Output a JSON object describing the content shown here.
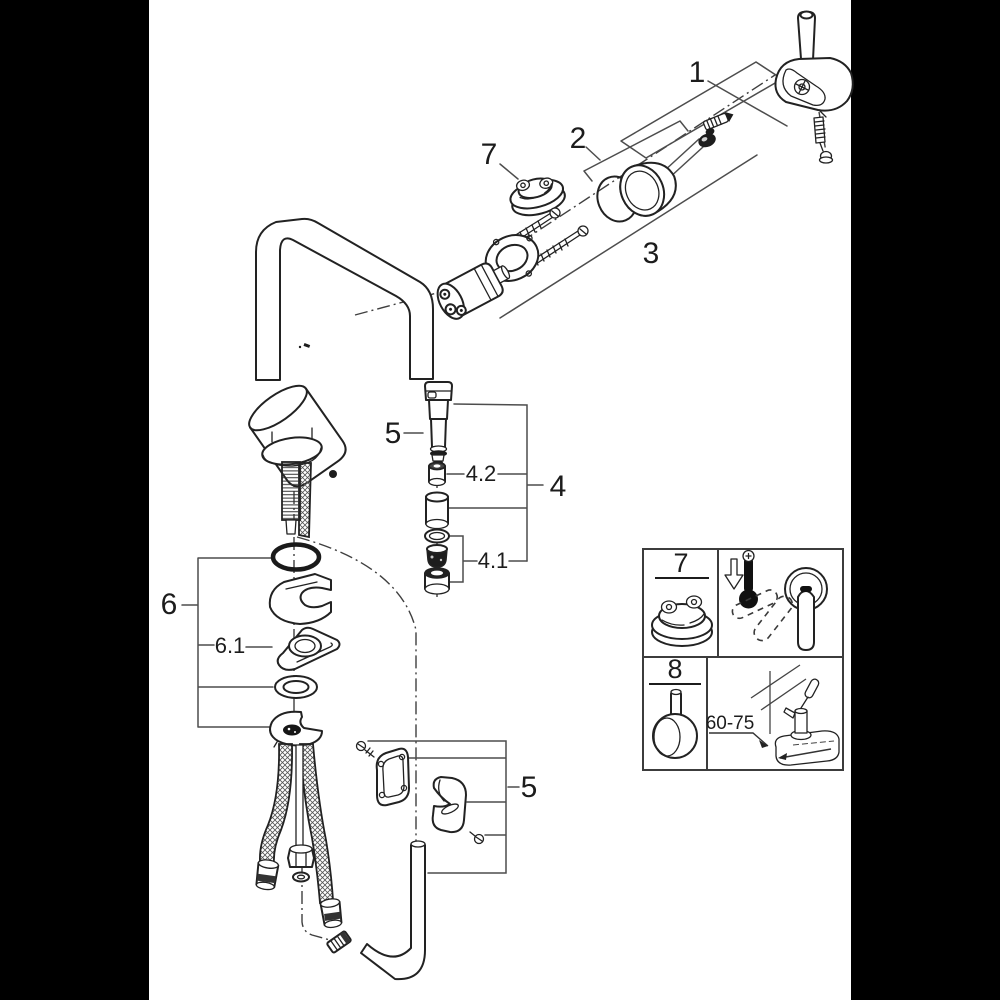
{
  "diagram": {
    "title": "faucet-exploded-parts-diagram",
    "colors": {
      "background": "#000000",
      "page": "#ffffff",
      "line": "#222222",
      "leader": "#4d4d4d"
    },
    "callouts": {
      "c1": "1",
      "c2": "2",
      "c3": "3",
      "c4": "4",
      "c4_1": "4.1",
      "c4_2": "4.2",
      "c5_head": "5",
      "c5_hose": "5",
      "c6": "6",
      "c6_1": "6.1",
      "c7": "7"
    },
    "inset": {
      "c7": "7",
      "c8": "8",
      "dimension": "60-75"
    }
  }
}
